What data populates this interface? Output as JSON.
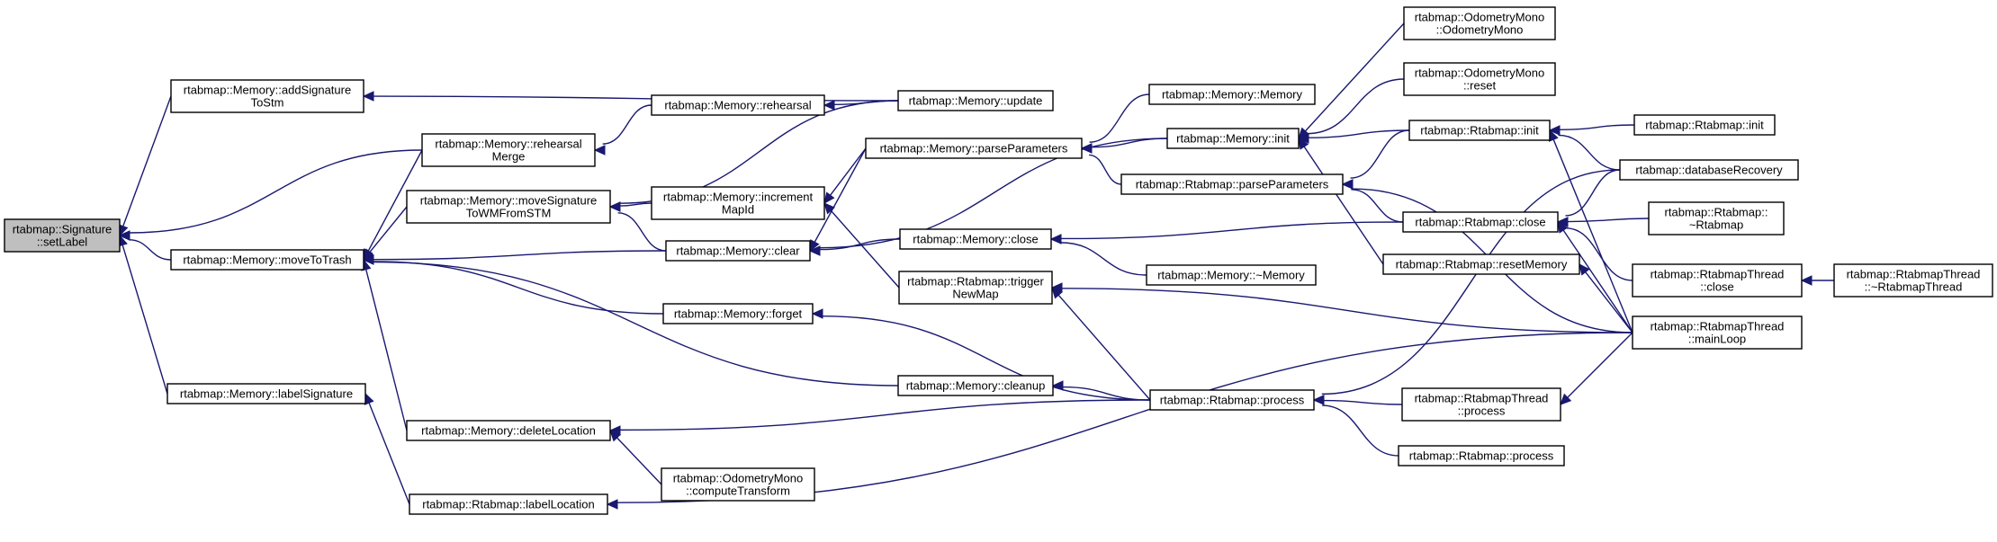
{
  "colors": {
    "edge": "#191970",
    "root_fill": "#bfbfbf",
    "node_fill": "#ffffff",
    "node_border": "#000000"
  },
  "diagram": {
    "type": "caller-graph",
    "nodes": [
      {
        "id": "setLabel",
        "lines": [
          "rtabmap::Signature",
          "::setLabel"
        ],
        "root": true
      },
      {
        "id": "addSigStm",
        "lines": [
          "rtabmap::Memory::addSignature",
          "ToStm"
        ]
      },
      {
        "id": "rehearsalMerge",
        "lines": [
          "rtabmap::Memory::rehearsal",
          "Merge"
        ]
      },
      {
        "id": "moveSigWM",
        "lines": [
          "rtabmap::Memory::moveSignature",
          "ToWMFromSTM"
        ]
      },
      {
        "id": "moveToTrash",
        "lines": [
          "rtabmap::Memory::moveToTrash"
        ]
      },
      {
        "id": "labelSignature",
        "lines": [
          "rtabmap::Memory::labelSignature"
        ]
      },
      {
        "id": "deleteLocation",
        "lines": [
          "rtabmap::Memory::deleteLocation"
        ]
      },
      {
        "id": "labelLocation",
        "lines": [
          "rtabmap::Rtabmap::labelLocation"
        ]
      },
      {
        "id": "rehearsal",
        "lines": [
          "rtabmap::Memory::rehearsal"
        ]
      },
      {
        "id": "incrementMapId",
        "lines": [
          "rtabmap::Memory::increment",
          "MapId"
        ]
      },
      {
        "id": "clear",
        "lines": [
          "rtabmap::Memory::clear"
        ]
      },
      {
        "id": "forget",
        "lines": [
          "rtabmap::Memory::forget"
        ]
      },
      {
        "id": "computeTransform",
        "lines": [
          "rtabmap::OdometryMono",
          "::computeTransform"
        ]
      },
      {
        "id": "update",
        "lines": [
          "rtabmap::Memory::update"
        ]
      },
      {
        "id": "memParse",
        "lines": [
          "rtabmap::Memory::parseParameters"
        ]
      },
      {
        "id": "memClose",
        "lines": [
          "rtabmap::Memory::close"
        ]
      },
      {
        "id": "triggerNewMap",
        "lines": [
          "rtabmap::Rtabmap::trigger",
          "NewMap"
        ]
      },
      {
        "id": "cleanup",
        "lines": [
          "rtabmap::Memory::cleanup"
        ]
      },
      {
        "id": "memCtor",
        "lines": [
          "rtabmap::Memory::Memory"
        ]
      },
      {
        "id": "memInit",
        "lines": [
          "rtabmap::Memory::init"
        ]
      },
      {
        "id": "rtabParse",
        "lines": [
          "rtabmap::Rtabmap::parseParameters"
        ]
      },
      {
        "id": "memDtor",
        "lines": [
          "rtabmap::Memory::~Memory"
        ]
      },
      {
        "id": "process",
        "lines": [
          "rtabmap::Rtabmap::process"
        ]
      },
      {
        "id": "odoCtor",
        "lines": [
          "rtabmap::OdometryMono",
          "::OdometryMono"
        ]
      },
      {
        "id": "odoReset",
        "lines": [
          "rtabmap::OdometryMono",
          "::reset"
        ]
      },
      {
        "id": "rtabInit",
        "lines": [
          "rtabmap::Rtabmap::init"
        ]
      },
      {
        "id": "rtabClose",
        "lines": [
          "rtabmap::Rtabmap::close"
        ]
      },
      {
        "id": "resetMemory",
        "lines": [
          "rtabmap::Rtabmap::resetMemory"
        ]
      },
      {
        "id": "threadProcess",
        "lines": [
          "rtabmap::RtabmapThread",
          "::process"
        ]
      },
      {
        "id": "rtabProcess2",
        "lines": [
          "rtabmap::Rtabmap::process"
        ]
      },
      {
        "id": "rtabInit2",
        "lines": [
          "rtabmap::Rtabmap::init"
        ]
      },
      {
        "id": "dbRecovery",
        "lines": [
          "rtabmap::databaseRecovery"
        ]
      },
      {
        "id": "rtabDtor",
        "lines": [
          "rtabmap::Rtabmap::",
          "~Rtabmap"
        ]
      },
      {
        "id": "threadClose",
        "lines": [
          "rtabmap::RtabmapThread",
          "::close"
        ]
      },
      {
        "id": "mainLoop",
        "lines": [
          "rtabmap::RtabmapThread",
          "::mainLoop"
        ]
      },
      {
        "id": "threadDtor",
        "lines": [
          "rtabmap::RtabmapThread",
          "::~RtabmapThread"
        ]
      }
    ]
  }
}
